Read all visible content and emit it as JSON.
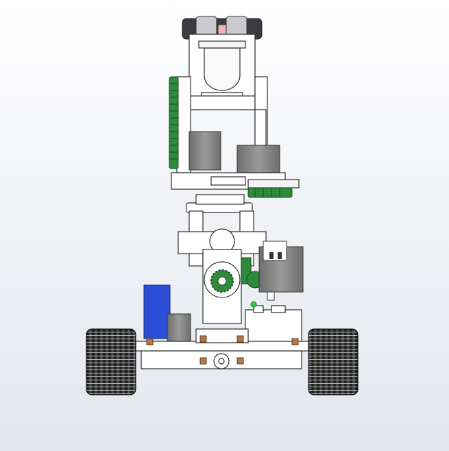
{
  "scene": {
    "background_top": "#ffffff",
    "background_bottom": "#e3e7ee",
    "colors": {
      "frame": "#ffffff",
      "edge": "#2b2b2b",
      "motor": "#8a8a8a",
      "motor_dark": "#5a5a5a",
      "gear": "#2f8a3c",
      "battery": "#2a4fd6",
      "track": "#1c1c1c",
      "bolt": "#b07a4a",
      "led": "#2ecc40",
      "sensor_dark": "#3a3a44"
    },
    "icons": [
      "ultrasonic-sensor",
      "servo-motor",
      "gear",
      "battery",
      "track-wheel",
      "led"
    ]
  }
}
